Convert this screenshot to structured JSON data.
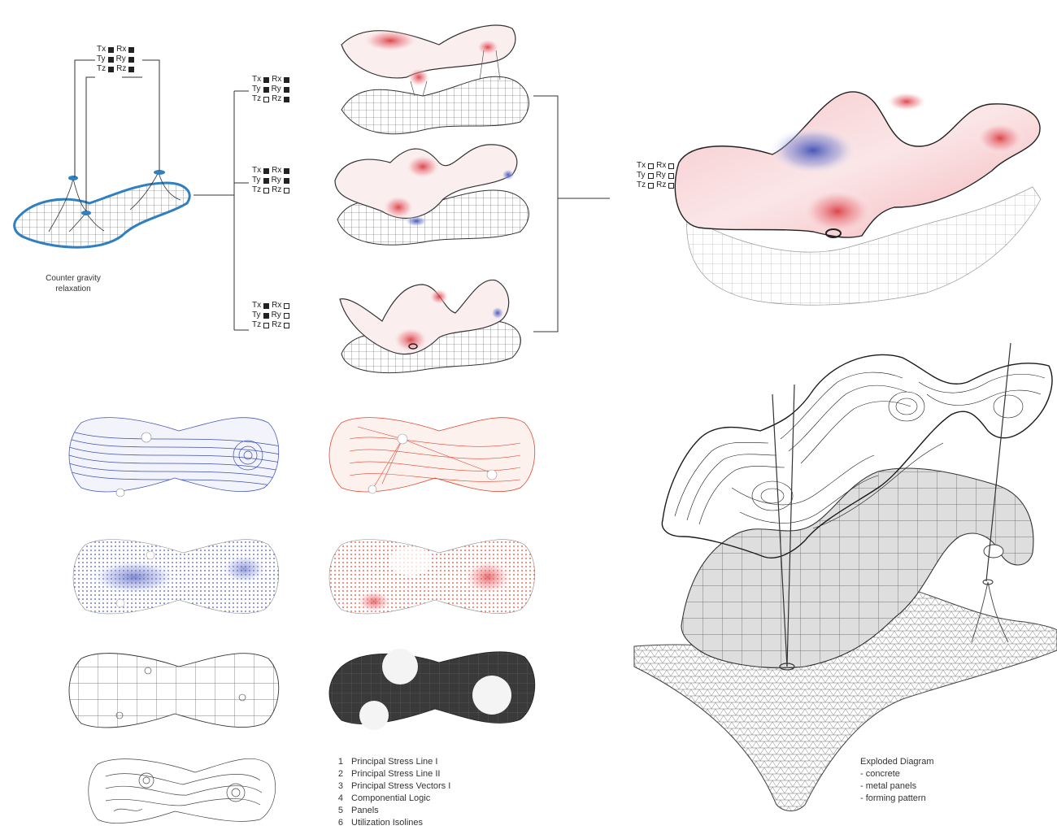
{
  "caption_left": {
    "line1": "Counter gravity",
    "line2": "relaxation"
  },
  "dof_tables": [
    {
      "rows": [
        {
          "t": "Tx",
          "tf": true,
          "r": "Rx",
          "rf": true
        },
        {
          "t": "Ty",
          "tf": true,
          "r": "Ry",
          "rf": true
        },
        {
          "t": "Tz",
          "tf": true,
          "r": "Rz",
          "rf": true
        }
      ]
    },
    {
      "rows": [
        {
          "t": "Tx",
          "tf": true,
          "r": "Rx",
          "rf": true
        },
        {
          "t": "Ty",
          "tf": true,
          "r": "Ry",
          "rf": true
        },
        {
          "t": "Tz",
          "tf": false,
          "r": "Rz",
          "rf": true
        }
      ]
    },
    {
      "rows": [
        {
          "t": "Tx",
          "tf": true,
          "r": "Rx",
          "rf": true
        },
        {
          "t": "Ty",
          "tf": true,
          "r": "Ry",
          "rf": true
        },
        {
          "t": "Tz",
          "tf": false,
          "r": "Rz",
          "rf": false
        }
      ]
    },
    {
      "rows": [
        {
          "t": "Tx",
          "tf": true,
          "r": "Rx",
          "rf": false
        },
        {
          "t": "Ty",
          "tf": true,
          "r": "Ry",
          "rf": false
        },
        {
          "t": "Tz",
          "tf": false,
          "r": "Rz",
          "rf": false
        }
      ]
    },
    {
      "rows": [
        {
          "t": "Tx",
          "tf": false,
          "r": "Rx",
          "rf": false
        },
        {
          "t": "Ty",
          "tf": false,
          "r": "Ry",
          "rf": false
        },
        {
          "t": "Tz",
          "tf": false,
          "r": "Rz",
          "rf": false
        }
      ]
    }
  ],
  "legend": {
    "items": [
      {
        "num": "1",
        "label": "Principal Stress Line I"
      },
      {
        "num": "2",
        "label": "Principal Stress Line II"
      },
      {
        "num": "3",
        "label": "Principal Stress Vectors I"
      },
      {
        "num": "4",
        "label": "Componential Logic"
      },
      {
        "num": "5",
        "label": "Panels"
      },
      {
        "num": "6",
        "label": "Utilization Isolines"
      }
    ]
  },
  "exploded": {
    "title": "Exploded Diagram",
    "items": [
      "- concrete",
      "- metal panels",
      "- forming pattern"
    ]
  },
  "colors": {
    "blue": "#3b4fb0",
    "red": "#e0452e",
    "pink": "#e8707a",
    "dark": "#2a2a2a",
    "support_blue": "#2f7fc1"
  }
}
